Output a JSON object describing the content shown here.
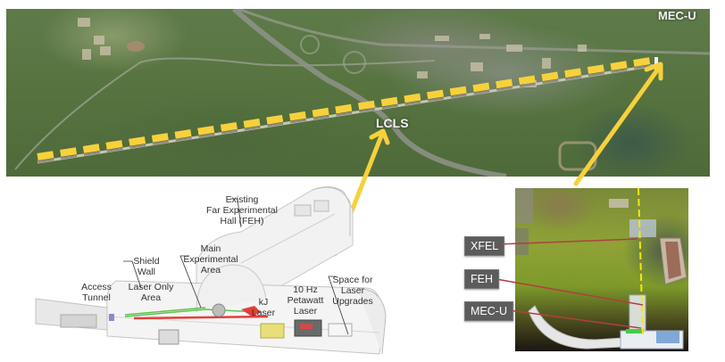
{
  "aerial_map": {
    "labels": {
      "lcls": "LCLS",
      "mec_u": "MEC-U"
    },
    "beamline_color": "#F7D13C",
    "arrow_color": "#F7D13C"
  },
  "cutaway_diagram": {
    "labels": {
      "existing_feh": "Existing\nFar Experimental\nHall (FEH)",
      "main_experimental_area": "Main\nExperimental\nArea",
      "shield_wall": "Shield\nWall",
      "access_tunnel": "Access\nTunnel",
      "laser_only_area": "Laser Only\nArea",
      "kj_laser": "kJ\nLaser",
      "petawatt_laser": "10 Hz\nPetawatt\nLaser",
      "space_for_upgrades": "Space for\nLaser\nUpgrades"
    }
  },
  "site_photo": {
    "tags": [
      {
        "id": "xfel",
        "label": "XFEL"
      },
      {
        "id": "feh",
        "label": "FEH"
      },
      {
        "id": "mec_u",
        "label": "MEC-U"
      }
    ],
    "tag_color": "#5C5C5C",
    "dashed_line_color": "#F5E614"
  }
}
